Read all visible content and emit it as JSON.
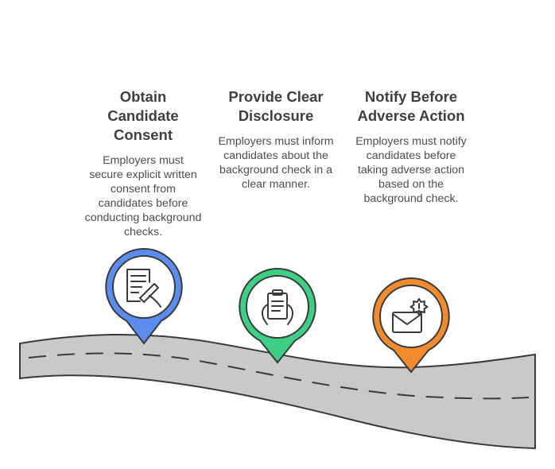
{
  "steps": [
    {
      "title": "Obtain Candidate Consent",
      "title_lines": [
        "Obtain",
        "Candidate",
        "Consent"
      ],
      "description": "Employers must secure explicit written consent from candidates before conducting background checks.",
      "icon": "document-signing-icon",
      "color": "#5b8def"
    },
    {
      "title": "Provide Clear Disclosure",
      "title_lines": [
        "Provide Clear",
        "Disclosure"
      ],
      "description": "Employers must inform candidates about the background check in a clear manner.",
      "icon": "clipboard-hands-icon",
      "color": "#3ecf85"
    },
    {
      "title": "Notify Before Adverse Action",
      "title_lines": [
        "Notify Before",
        "Adverse Action"
      ],
      "description": "Employers must notify candidates before taking adverse action based on the background check.",
      "icon": "envelope-alert-icon",
      "color": "#f28a2e"
    }
  ]
}
